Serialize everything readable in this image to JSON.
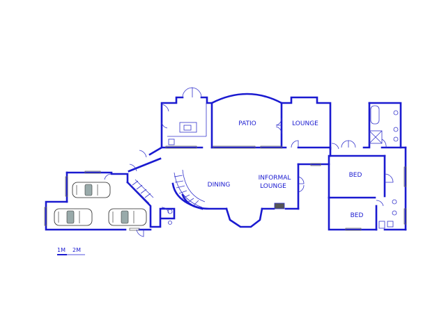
{
  "rooms": {
    "patio": "PATIO",
    "lounge": "LOUNGE",
    "dining": "DINING",
    "informal_lounge_line1": "INFORMAL",
    "informal_lounge_line2": "LOUNGE",
    "bed_1": "BED",
    "bed_2": "BED"
  },
  "scale_bar": {
    "label_1": "1M",
    "label_2": "2M"
  },
  "colors": {
    "walls": "#1a1ad0",
    "text": "#1a1ad0",
    "background": "#ffffff"
  }
}
